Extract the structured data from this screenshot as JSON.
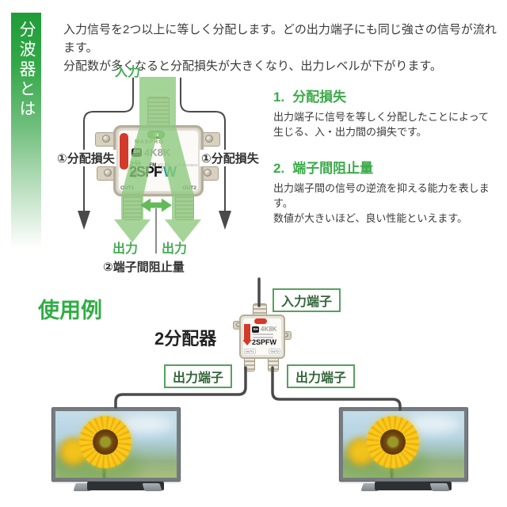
{
  "colors": {
    "accent_green": "#3bab4a",
    "flow_arrow_green": "#8cc87c",
    "io_label_green": "#44ad52",
    "box_border_green": "#55a25c",
    "box_text_green": "#34663b",
    "bracket_gray": "#4a4a4a",
    "device_red": "#d43a2a"
  },
  "sidebar": {
    "title": "分波器とは"
  },
  "intro": {
    "line1": "入力信号を2つ以上に等しく分配します。どの出力端子にも同じ強さの信号が流れます。",
    "line2": "分配数が多くなると分配損失が大きくなり、出力レベルが下がります。"
  },
  "diagram": {
    "input_label": "入力",
    "output_label_left": "出力",
    "output_label_right": "出力",
    "loss_label_left": "①分配損失",
    "loss_label_right": "①分配損失",
    "isolation_label": "②端子間阻止量",
    "device": {
      "brand": "MASPRO",
      "logo": "SH",
      "spec": "4K8K",
      "type": "2分配",
      "fm": "FM",
      "bands": "VU BS CS",
      "freq": "10~3224MHz",
      "model": "2SPF",
      "model_suffix": "W",
      "port_in": "IN",
      "port_out1": "OUT1",
      "port_out2": "OUT2"
    }
  },
  "definitions": [
    {
      "num": "1.",
      "title": "分配損失",
      "body": "出力端子に信号を等しく分配したことによって\n生じる、入・出力間の損失です。"
    },
    {
      "num": "2.",
      "title": "端子間阻止量",
      "body": "出力端子間の信号の逆流を抑える能力を表します。\n数値が大きいほど、良い性能といえます。"
    }
  ],
  "usage": {
    "heading": "使用例",
    "device_label": "2分配器",
    "input_terminal": "入力端子",
    "output_terminal_left": "出力端子",
    "output_terminal_right": "出力端子",
    "device": {
      "logo": "SH",
      "spec": "4K8K",
      "model": "2SPFW",
      "out1": "OUT1",
      "out2": "OUT2"
    }
  }
}
